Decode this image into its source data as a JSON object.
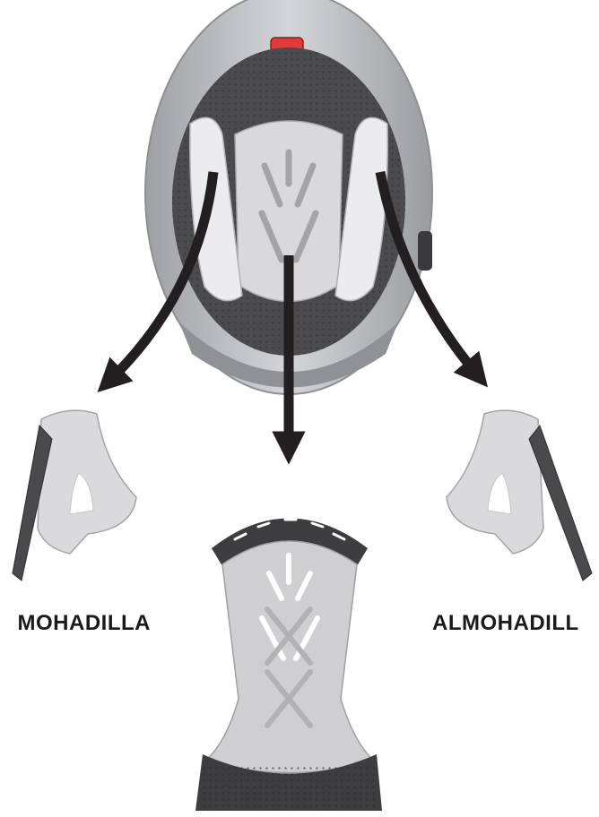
{
  "labels": {
    "left_cheek_pad": "MOHADILLA",
    "right_cheek_pad": "ALMOHADILL"
  },
  "colors": {
    "shell": "#b9bbbe",
    "liner_dark": "#4b4b4d",
    "padding_light": "#d9d9db",
    "arrow": "#231f20",
    "vent_accent": "#e03a3a"
  },
  "icons": {
    "helmet": "helmet-interior-illustration",
    "arrows": "removal-arrow"
  }
}
